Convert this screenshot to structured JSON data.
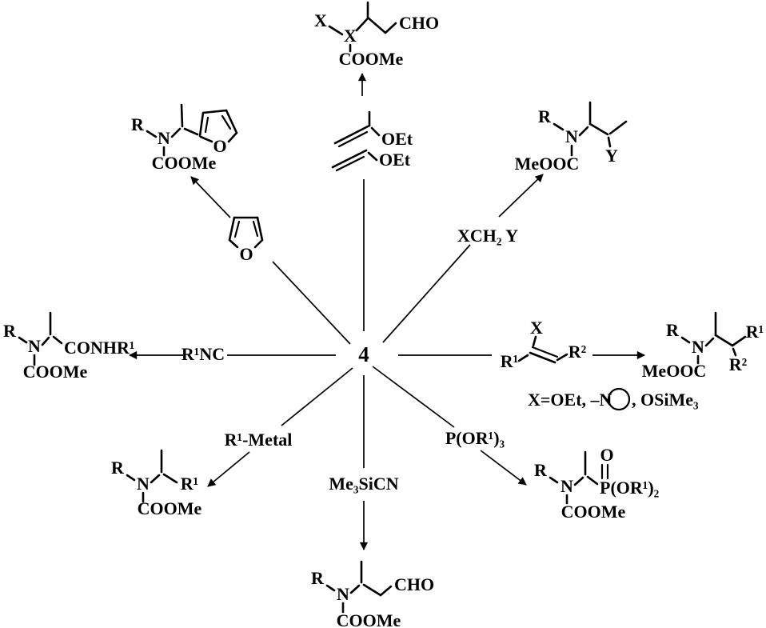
{
  "figure": {
    "center_label": "4",
    "reagents": {
      "vinyl_top": "OEt",
      "vinyl_bottom": "OEt",
      "furan_o": "O",
      "northeast": "XCH₂ Y",
      "west": "R¹NC",
      "southwest": "R¹-Metal",
      "south": "Me₃SiCN",
      "southeast": "P(OR¹)₃",
      "enol_x": "X",
      "enol_r1": "R¹",
      "enol_r2": "R²",
      "x_def_before": "X=OEt, –N",
      "x_def_after": ", OSiMe₃"
    },
    "products": {
      "top_center": {
        "x1": "X",
        "x2": "X",
        "cho": "CHO",
        "ester": "COOMe"
      },
      "top_left": {
        "r": "R",
        "n": "N",
        "o": "O",
        "ester": "COOMe"
      },
      "top_right": {
        "r": "R",
        "n": "N",
        "y": "Y",
        "ester": "MeOOC"
      },
      "mid_left": {
        "r": "R",
        "n": "N",
        "amide": "CONHR¹",
        "ester": "COOMe"
      },
      "mid_right": {
        "r": "R",
        "n": "N",
        "r1": "R¹",
        "r2": "R²",
        "ester": "MeOOC"
      },
      "bottom_left": {
        "r": "R",
        "n": "N",
        "r1": "R¹",
        "ester": "COOMe"
      },
      "bottom_center": {
        "r": "R",
        "n": "N",
        "cho": "CHO",
        "ester": "COOMe"
      },
      "bottom_right": {
        "r": "R",
        "n": "N",
        "o": "O",
        "phosphonate": "P(OR¹)₂",
        "ester": "COOMe"
      }
    }
  }
}
